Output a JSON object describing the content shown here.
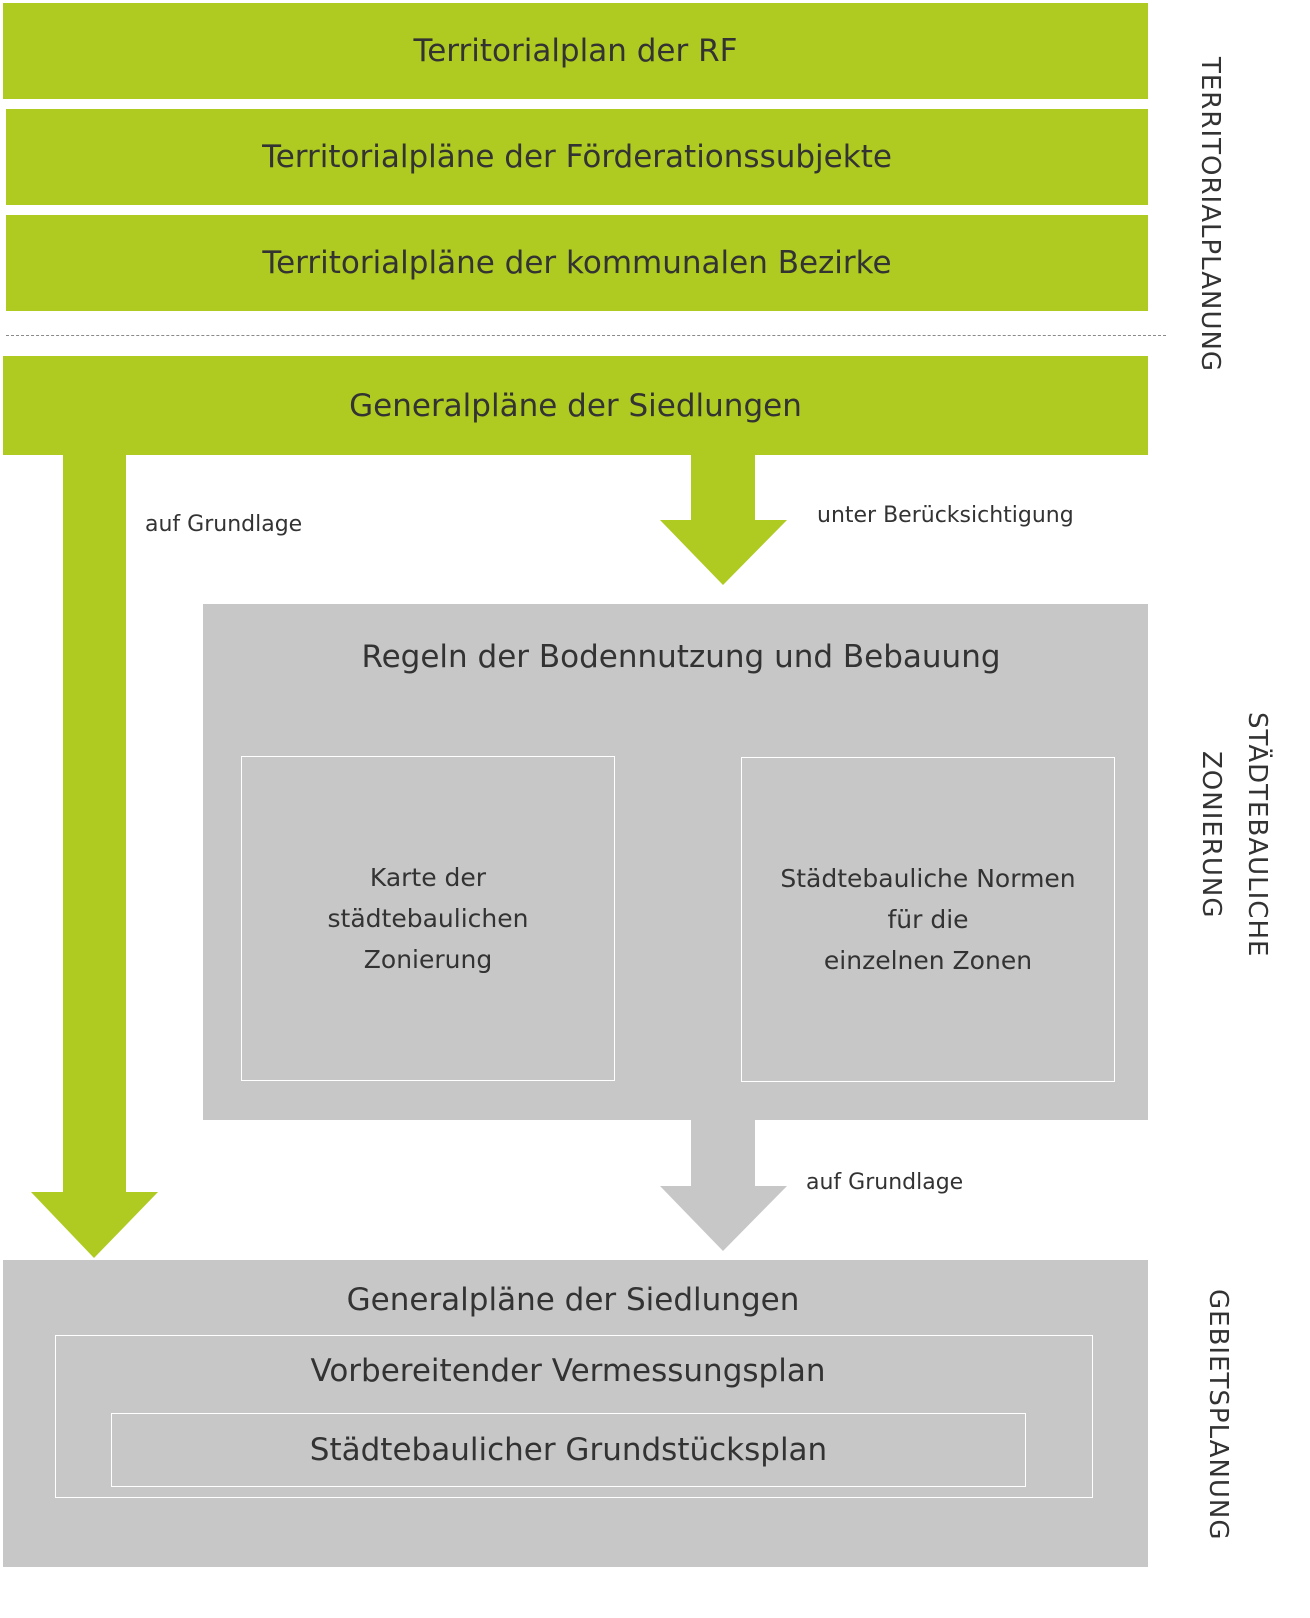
{
  "territorial": {
    "levels": [
      "Territorialplan der RF",
      "Territorialpläne der Förderationssubjekte",
      "Territorialpläne der kommunalen Bezirke"
    ],
    "side_label": "TERRITORIALPLANUNG"
  },
  "general_plan": "Generalpläne der Siedlungen",
  "arrows": {
    "left_label": "auf Grundlage",
    "right_label": "unter Berücksichtigung",
    "bottom_label": "auf Grundlage"
  },
  "zoning": {
    "title": "Regeln der Bodennutzung und Bebauung",
    "map_box": "Karte der\nstädtebaulichen\nZonierung",
    "norms_box": "Städtebauliche Normen\nfür die\neinzelnen Zonen",
    "side_label": "STÄDTEBAULICHE\nZONIERUNG"
  },
  "area_planning": {
    "title": "Generalpläne der Siedlungen",
    "survey_plan": "Vorbereitender Vermessungsplan",
    "plot_plan": "Städtebaulicher Grundstücksplan",
    "side_label": "GEBIETSPLANUNG"
  },
  "colors": {
    "green": "#afcb21",
    "gray": "#c6c7c6",
    "text": "#333333"
  }
}
